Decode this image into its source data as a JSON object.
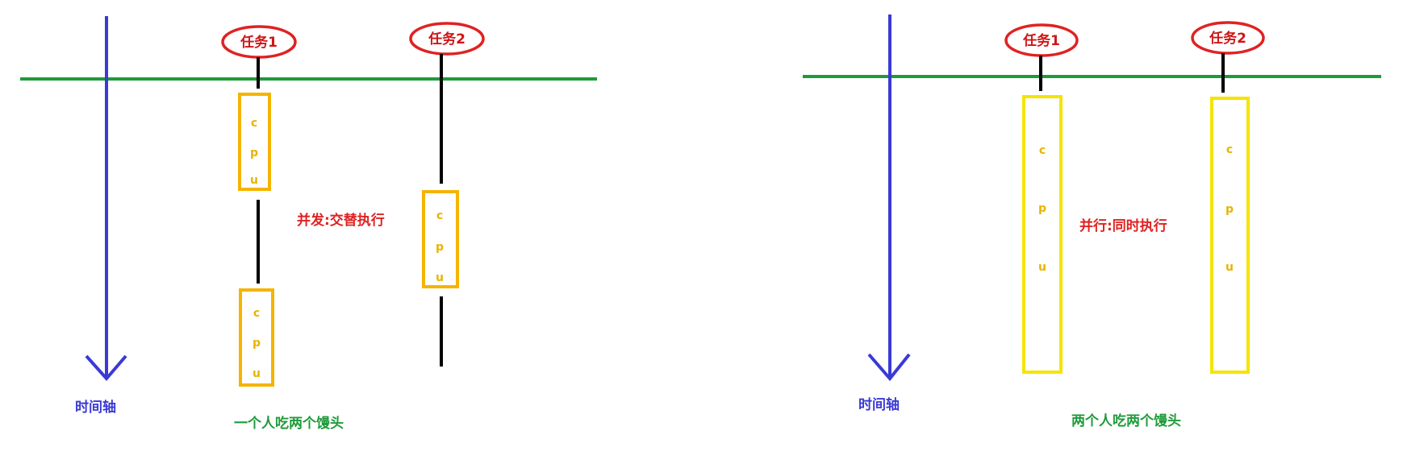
{
  "colors": {
    "timeline": "#3a3ad6",
    "horizon": "#1f9a3a",
    "task_ellipse": "#e02222",
    "task_text": "#d01515",
    "cpu_left": "#f5b400",
    "cpu_right": "#f5e400",
    "cpu_text": "#e9b400",
    "note_red": "#e02222",
    "caption_green": "#1f9a3a",
    "timeline_label": "#3a3ad6",
    "line_black": "#000000"
  },
  "left": {
    "timeline_label": "时间轴",
    "task1": "任务1",
    "task2": "任务2",
    "cpu_letters": [
      "c",
      "p",
      "u"
    ],
    "note": "并发:交替执行",
    "caption": "一个人吃两个馒头"
  },
  "right": {
    "timeline_label": "时间轴",
    "task1": "任务1",
    "task2": "任务2",
    "cpu_letters": [
      "c",
      "p",
      "u"
    ],
    "note": "并行:同时执行",
    "caption": "两个人吃两个馒头"
  }
}
